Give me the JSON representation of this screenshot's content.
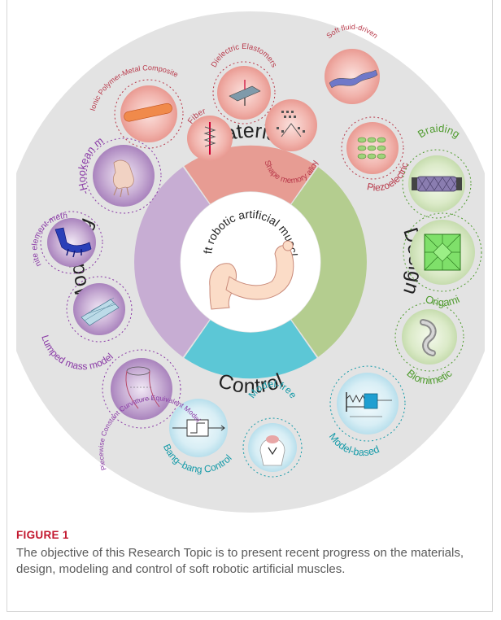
{
  "center_title": "Soft robotic artificial muscles",
  "ring": {
    "materials": "Materials",
    "design": "Design",
    "control": "Control",
    "modeling": "Modeling"
  },
  "items": {
    "dielectric": "Dielectric Elastomers",
    "soft_fluid": "Soft fluid-driven",
    "ipmc": "Ionic Polymer-Metal Composite",
    "fiber": "Fiber",
    "sma": "Shape memory alloy",
    "piezo": "Piezoelectric",
    "braiding": "Braiding",
    "origami": "Origami",
    "biomimetic": "Biomimetic",
    "model_based": "Model-based",
    "model_free": "Model-free",
    "bang_bang": "Bang–bang Control",
    "pcc": "Piecewise Constant Curvature Equivalent Model",
    "lumped": "Lumped mass model",
    "fem": "Finite element method",
    "neo_hookean": "Neo-Hookean model"
  },
  "colors": {
    "materials": "#e79c93",
    "design": "#b4cd8f",
    "control": "#5cc7d6",
    "modeling": "#c7add3",
    "outer_disk": "#e3e3e3",
    "materials_text": "#b8394a",
    "design_text": "#4f9b2e",
    "control_text": "#149aa8",
    "modeling_text": "#8a3aa6"
  },
  "figure_label": "FIGURE 1",
  "caption": "The objective of this Research Topic is to present recent progress on the materials, design, modeling and control of soft robotic artificial muscles."
}
